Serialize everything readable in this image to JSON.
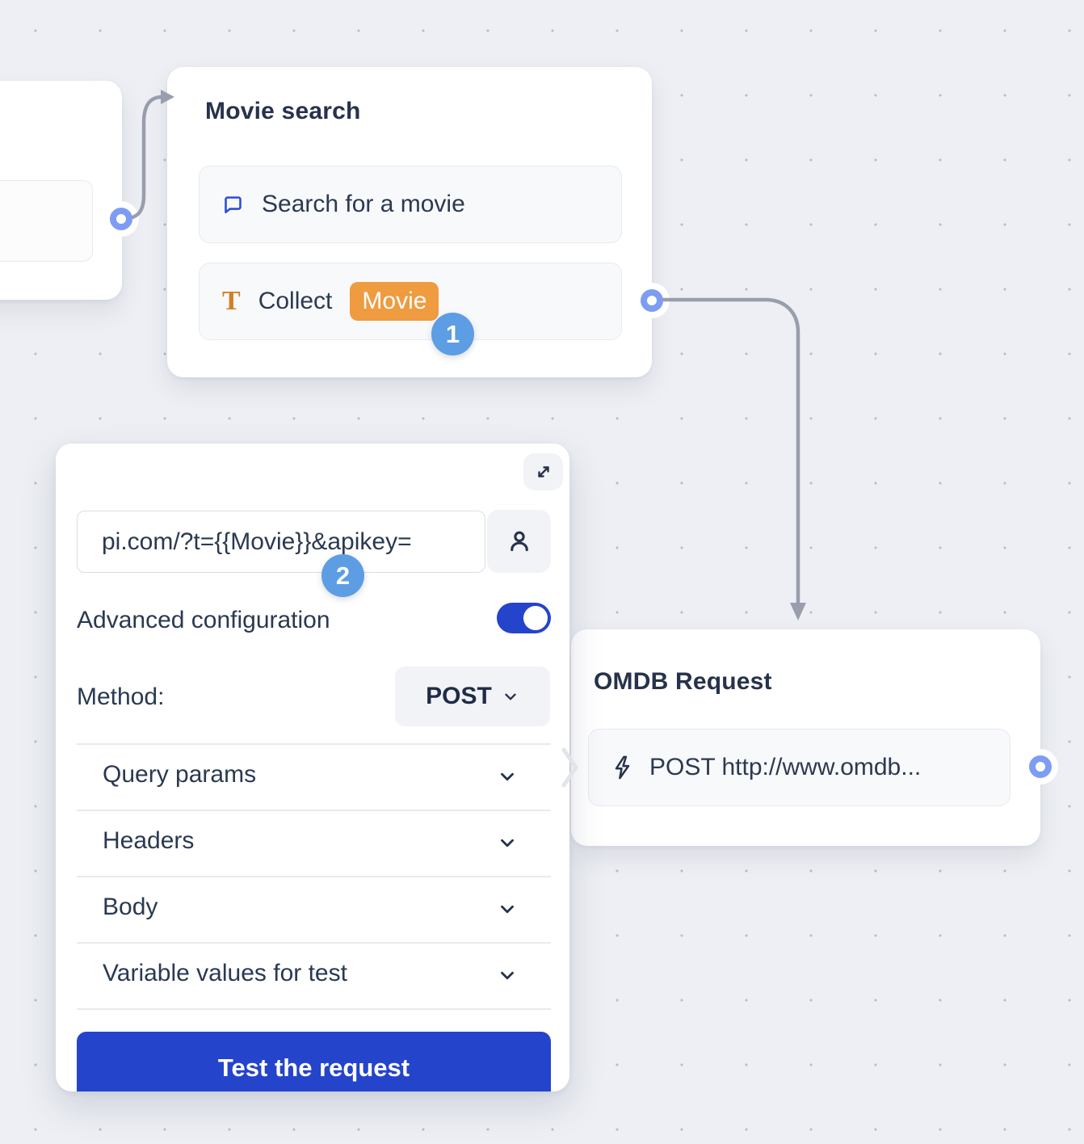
{
  "canvas": {
    "background": "#edeff4",
    "dot_color": "#b7bece"
  },
  "nodes": {
    "movie_search": {
      "title": "Movie search",
      "message_row": {
        "icon": "chat-bubble-icon",
        "label": "Search for a movie"
      },
      "collect_row": {
        "icon": "text-field-icon",
        "label": "Collect",
        "variable_chip": "Movie"
      },
      "annotation_badge": "1"
    },
    "omdb_request": {
      "title": "OMDB Request",
      "request_row": {
        "icon": "lightning-icon",
        "label": "POST http://www.omdb..."
      },
      "annotation_badge": "2"
    }
  },
  "webhook_panel": {
    "url_input": {
      "value": "pi.com/?t={{Movie}}&apikey="
    },
    "advanced_configuration": {
      "label": "Advanced configuration",
      "enabled": true
    },
    "method": {
      "label": "Method:",
      "value": "POST"
    },
    "sections": [
      {
        "label": "Query params"
      },
      {
        "label": "Headers"
      },
      {
        "label": "Body"
      },
      {
        "label": "Variable values for test"
      }
    ],
    "test_button": {
      "label": "Test the request"
    }
  },
  "colors": {
    "accent_blue": "#2444cb",
    "annotation_badge_blue": "#5d9de4",
    "connector_port_blue": "#7e9cf3",
    "connector_line_gray": "#989eac",
    "variable_chip_orange": "#ef9b40",
    "collect_icon_orange": "#d57e27",
    "text_dark": "#27324b"
  }
}
